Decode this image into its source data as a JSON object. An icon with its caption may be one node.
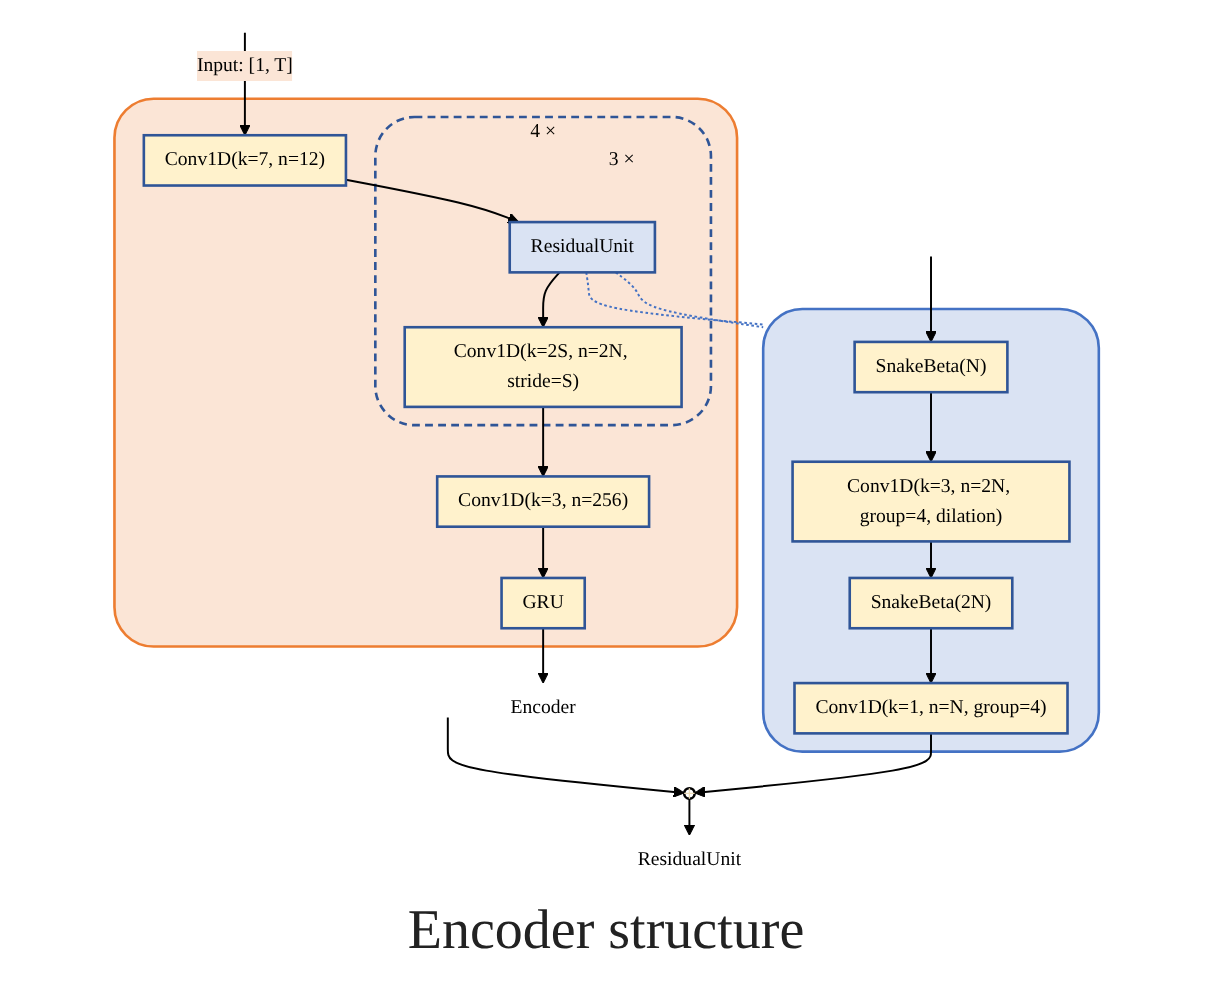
{
  "diagram": {
    "caption": "Encoder structure",
    "nodes": [
      {
        "text": [],
        "shape": "box"
      },
      {
        "text": [
          "SnakeBeta(N)"
        ],
        "in": 0
      },
      {
        "text": [
          "Conv1D(k=3, n=2N, group=4, dilation)"
        ],
        "in": 0
      },
      {
        "text": [
          "SnakeBeta(2N)"
        ],
        "in": 0
      },
      {
        "text": [
          "Conv1D(k=1, n=N, group=4)"
        ],
        "in": 0
      },
      {
        "text": [],
        "shape": "circle"
      },
      {
        "text": [
          "ResidualUnit"
        ]
      },
      {
        "text": [],
        "shape": "box"
      },
      {
        "text": [
          "Conv1D(k=7, n=12)"
        ],
        "in": 7
      },
      {
        "text": [],
        "shape": "box",
        "in": 7,
        "beside": [
          "4 ×"
        ]
      },
      {
        "text": [
          "ResidualUnit"
        ],
        "in": 9,
        "beside": [
          "3 ×"
        ]
      },
      {
        "text": [
          "Conv1D(k=2S, n=2N, stride=S)"
        ],
        "in": 9
      },
      {
        "text": [
          "Conv1D(k=3, n=256)"
        ],
        "in": 7
      },
      {
        "text": [
          "GRU"
        ],
        "in": 7
      },
      {
        "text": [
          "Encoder"
        ]
      }
    ],
    "edges": [
      {
        "from": null,
        "to": 1,
        "arrow": "to"
      },
      {
        "from": null,
        "to": 5,
        "arrow": "to"
      },
      {
        "from": 1,
        "to": 2,
        "arrow": "to"
      },
      {
        "from": 2,
        "to": 3,
        "arrow": "to"
      },
      {
        "from": 3,
        "to": 4,
        "arrow": "to"
      },
      {
        "from": 4,
        "to": 5,
        "arrow": "to"
      },
      {
        "from": 5,
        "to": 6,
        "arrow": "to"
      },
      {
        "from": null,
        "to": 8,
        "arrow": "to",
        "label": "Input: [1, T]"
      },
      {
        "from": 8,
        "to": 10,
        "arrow": "to"
      },
      {
        "from": 10,
        "to": 11,
        "arrow": "to"
      },
      {
        "from": 11,
        "to": 12,
        "arrow": "to"
      },
      {
        "from": 12,
        "to": 13,
        "arrow": "to"
      },
      {
        "from": 13,
        "to": 14,
        "arrow": "to"
      },
      {
        "from": 10,
        "to": 0,
        "arrow": "none",
        "style": "dashed",
        "color": "#4472c4"
      },
      {
        "from": 10,
        "to": 0,
        "arrow": "none",
        "style": "dashed",
        "color": "#4472c4"
      }
    ]
  }
}
